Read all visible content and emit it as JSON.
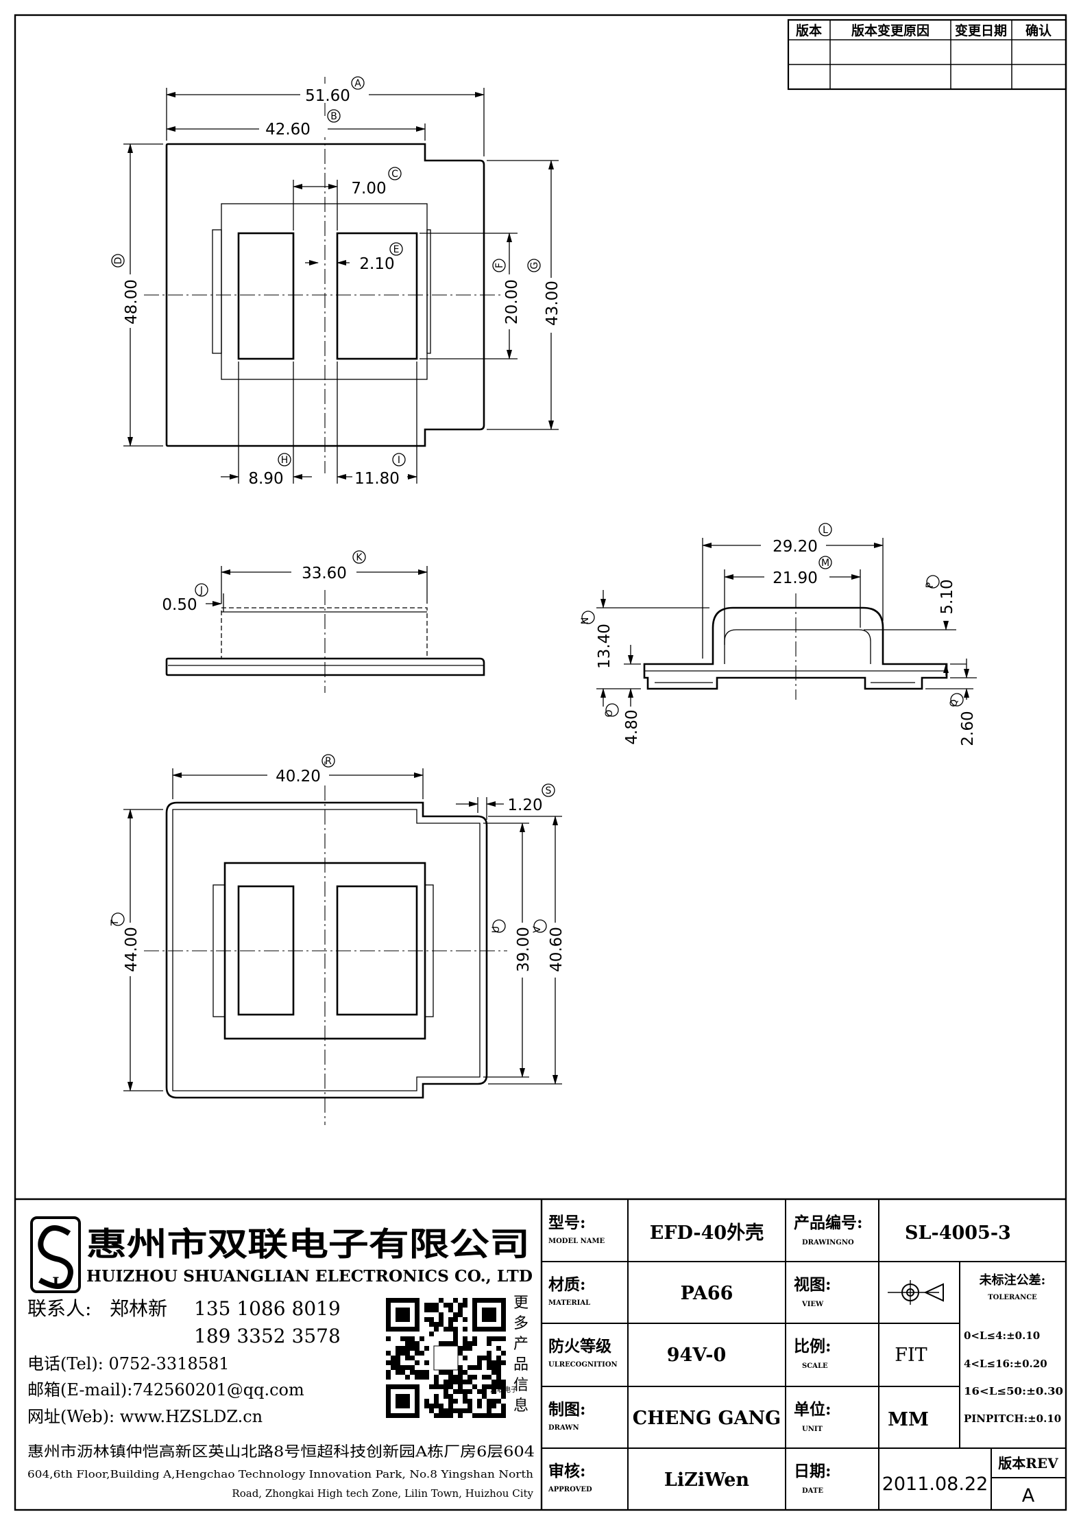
{
  "revision_table": {
    "headers": [
      "版本",
      "版本变更原因",
      "变更日期",
      "确认"
    ]
  },
  "dims": {
    "A": {
      "tag": "A",
      "value": "51.60"
    },
    "B": {
      "tag": "B",
      "value": "42.60"
    },
    "C": {
      "tag": "C",
      "value": "7.00"
    },
    "D": {
      "tag": "D",
      "value": "48.00"
    },
    "E": {
      "tag": "E",
      "value": "2.10"
    },
    "F": {
      "tag": "F",
      "value": "20.00"
    },
    "G": {
      "tag": "G",
      "value": "43.00"
    },
    "H": {
      "tag": "H",
      "value": "8.90"
    },
    "I": {
      "tag": "I",
      "value": "11.80"
    },
    "J": {
      "tag": "J",
      "value": "0.50"
    },
    "K": {
      "tag": "K",
      "value": "33.60"
    },
    "L": {
      "tag": "L",
      "value": "29.20"
    },
    "M": {
      "tag": "M",
      "value": "21.90"
    },
    "N": {
      "tag": "N",
      "value": "13.40"
    },
    "O": {
      "tag": "O",
      "value": "4.80"
    },
    "P": {
      "tag": "P",
      "value": "5.10"
    },
    "Q": {
      "tag": "Q",
      "value": "2.60"
    },
    "R": {
      "tag": "R",
      "value": "40.20"
    },
    "S": {
      "tag": "S",
      "value": "1.20"
    },
    "T": {
      "tag": "T",
      "value": "44.00"
    },
    "U": {
      "tag": "U",
      "value": "39.00"
    },
    "V": {
      "tag": "V",
      "value": "40.60"
    }
  },
  "company": {
    "name_cn": "惠州市双联电子有限公司",
    "name_en": "HUIZHOU SHUANGLIAN ELECTRONICS CO., LTD",
    "contact_label": "联系人:",
    "contact_name": "郑林新",
    "phone1": "135 1086 8019",
    "phone2": "189 3352 3578",
    "tel": "电话(Tel): 0752-3318581",
    "email": "邮箱(E-mail):742560201@qq.com",
    "web": "网址(Web): www.HZSLDZ.cn",
    "more_info": [
      "更",
      "多",
      "产",
      "品",
      "信",
      "息"
    ],
    "qr_caption": "双联电子",
    "address_cn": "惠州市沥林镇仲恺高新区英山北路8号恒超科技创新园A栋厂房6层604",
    "address_en_1": "604,6th Floor,Building A,Hengchao Technology Innovation Park, No.8 Yingshan North",
    "address_en_2": "Road, Zhongkai High tech Zone, Lilin Town, Huizhou City"
  },
  "title_block": {
    "model_label": "型号:",
    "model_label_en": "MODEL NAME",
    "model_value": "EFD-40外壳",
    "drawingno_label": "产品编号:",
    "drawingno_label_en": "DRAWINGNO",
    "drawingno_value": "SL-4005-3",
    "material_label": "材质:",
    "material_label_en": "MATERIAL",
    "material_value": "PA66",
    "view_label": "视图:",
    "view_label_en": "VIEW",
    "tolerance_label": "未标注公差:",
    "tolerance_label_en": "TOLERANCE",
    "tolerances": [
      "0<L≤4:±0.10",
      "4<L≤16:±0.20",
      "16<L≤50:±0.30",
      "PINPITCH:±0.10"
    ],
    "fire_label": "防火等级",
    "fire_label_en": "ULRECOGNITION",
    "fire_value": "94V-0",
    "scale_label": "比例:",
    "scale_label_en": "SCALE",
    "scale_value": "FIT",
    "drawn_label": "制图:",
    "drawn_label_en": "DRAWN",
    "drawn_value": "CHENG GANG",
    "unit_label": "单位:",
    "unit_label_en": "UNIT",
    "unit_value": "MM",
    "approved_label": "审核:",
    "approved_label_en": "APPROVED",
    "approved_value": "LiZiWen",
    "date_label": "日期:",
    "date_label_en": "DATE",
    "date_value": "2011.08.22",
    "rev_label": "版本REV",
    "rev_value": "A"
  }
}
